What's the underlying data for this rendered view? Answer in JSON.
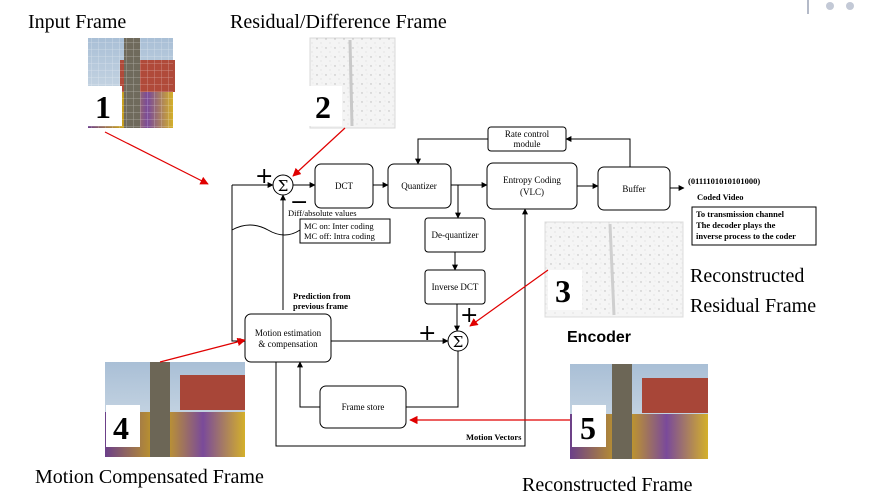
{
  "captions": {
    "input_frame": "Input Frame",
    "residual_frame": "Residual/Difference Frame",
    "reconstructed_residual_line1": "Reconstructed",
    "reconstructed_residual_line2": "Residual Frame",
    "motion_compensated_frame": "Motion Compensated Frame",
    "reconstructed_frame": "Reconstructed Frame",
    "encoder": "Encoder"
  },
  "markers": [
    "1",
    "2",
    "3",
    "4",
    "5"
  ],
  "blocks": {
    "rate_control_line1": "Rate control",
    "rate_control_line2": "module",
    "dct": "DCT",
    "quantizer": "Quantizer",
    "entropy_line1": "Entropy Coding",
    "entropy_line2": "(VLC)",
    "buffer": "Buffer",
    "dequantizer": "De-quantizer",
    "inverse_dct": "Inverse DCT",
    "motion_line1": "Motion estimation",
    "motion_line2": "& compensation",
    "frame_store": "Frame store"
  },
  "labels": {
    "bitstream": "(0111101010101000)",
    "coded_video": "Coded Video",
    "diff_abs": "Diff/absolute values",
    "mc_on": "MC on: Inter coding",
    "mc_off": "MC off: Intra coding",
    "transmission_line1": "To transmission channel",
    "transmission_line2": "The decoder plays the",
    "transmission_line3": "inverse process to the coder",
    "prediction_line1": "Prediction from",
    "prediction_line2": "previous frame",
    "motion_vectors": "Motion Vectors"
  },
  "symbols": {
    "sigma": "Σ",
    "plus": "+",
    "minus": "−"
  }
}
